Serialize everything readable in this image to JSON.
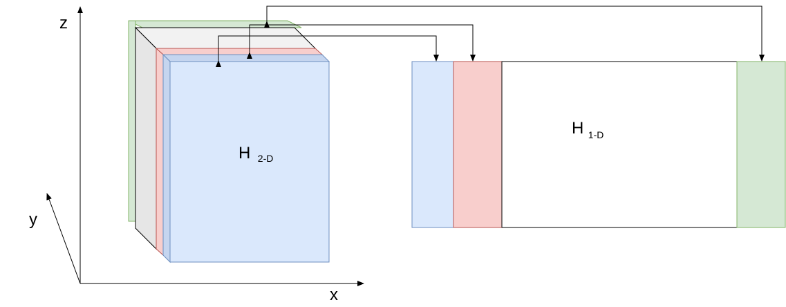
{
  "axes": {
    "x_label": "x",
    "y_label": "y",
    "z_label": "z"
  },
  "tensor_2d": {
    "label_main": "H",
    "label_sub": "2-D"
  },
  "tensor_1d": {
    "label_main": "H",
    "label_sub": "1-D"
  },
  "colors": {
    "blue_fill": "#dae8fc",
    "blue_stroke": "#6c8ebf",
    "red_fill": "#f8cecc",
    "red_stroke": "#b85450",
    "green_fill": "#d5e8d4",
    "green_stroke": "#82b366",
    "gray_fill": "#e6e6e6",
    "white_fill": "#ffffff",
    "line": "#000000"
  }
}
